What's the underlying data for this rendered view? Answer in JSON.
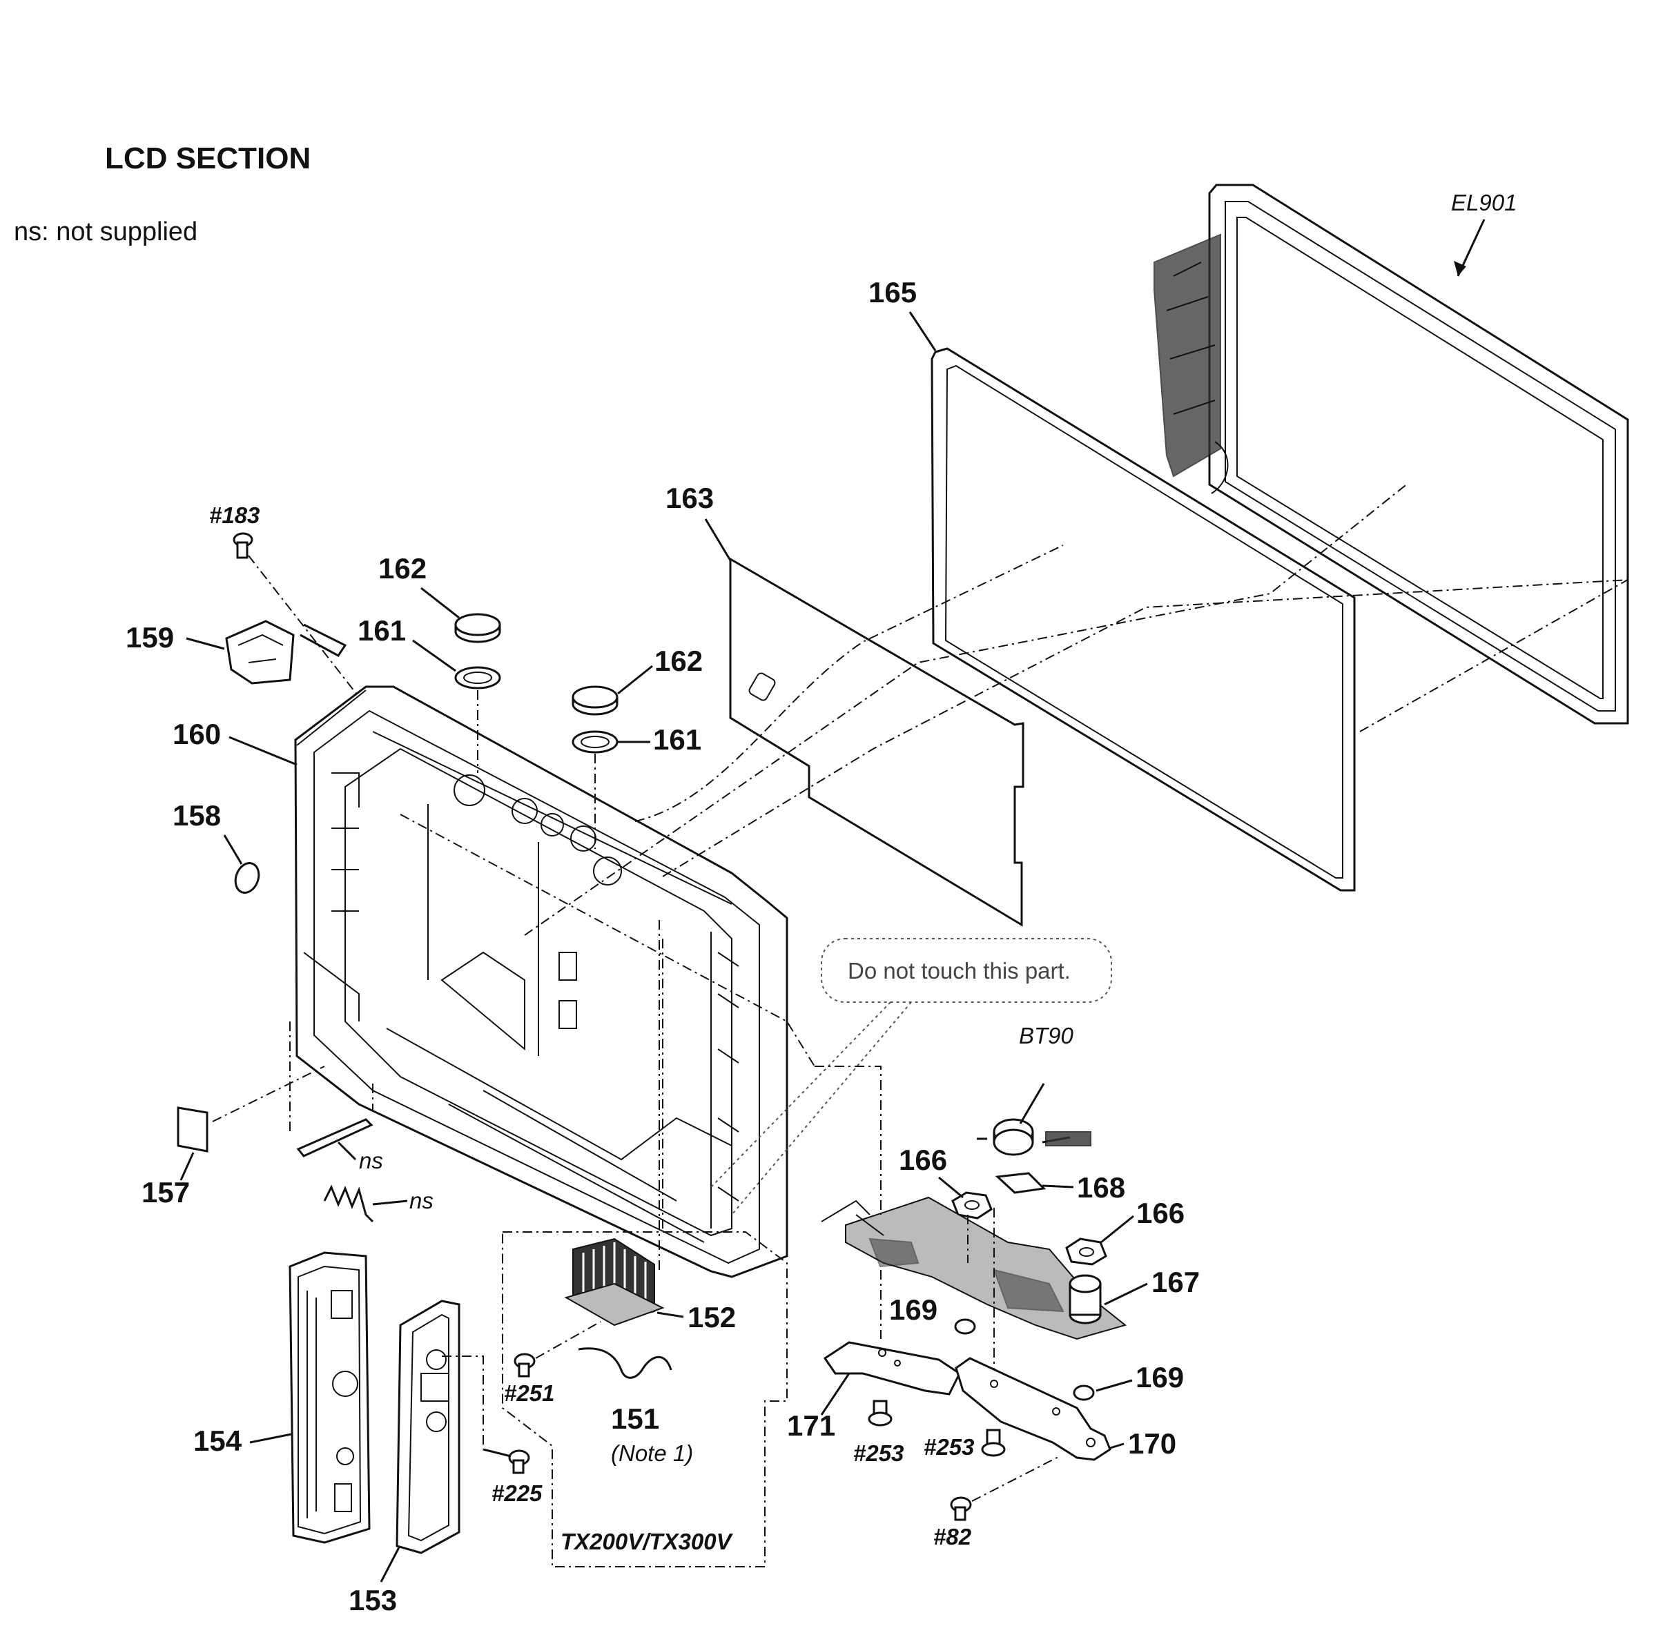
{
  "header": {
    "title": "LCD SECTION",
    "legend": "ns: not supplied"
  },
  "callout": {
    "text": "Do not touch this part."
  },
  "group_label": "TX200V/TX300V",
  "labels": {
    "p151": "151",
    "p151_note": "(Note 1)",
    "p152": "152",
    "p153": "153",
    "p154": "154",
    "p157": "157",
    "p158": "158",
    "p159": "159",
    "p160": "160",
    "p161a": "161",
    "p161b": "161",
    "p162a": "162",
    "p162b": "162",
    "p163": "163",
    "p165": "165",
    "p166a": "166",
    "p166b": "166",
    "p167": "167",
    "p168": "168",
    "p169a": "169",
    "p169b": "169",
    "p170": "170",
    "p171": "171",
    "el901": "EL901",
    "bt90": "BT90",
    "s183": "#183",
    "s225": "#225",
    "s251": "#251",
    "s253a": "#253",
    "s253b": "#253",
    "s82": "#82",
    "ns1": "ns",
    "ns2": "ns"
  }
}
